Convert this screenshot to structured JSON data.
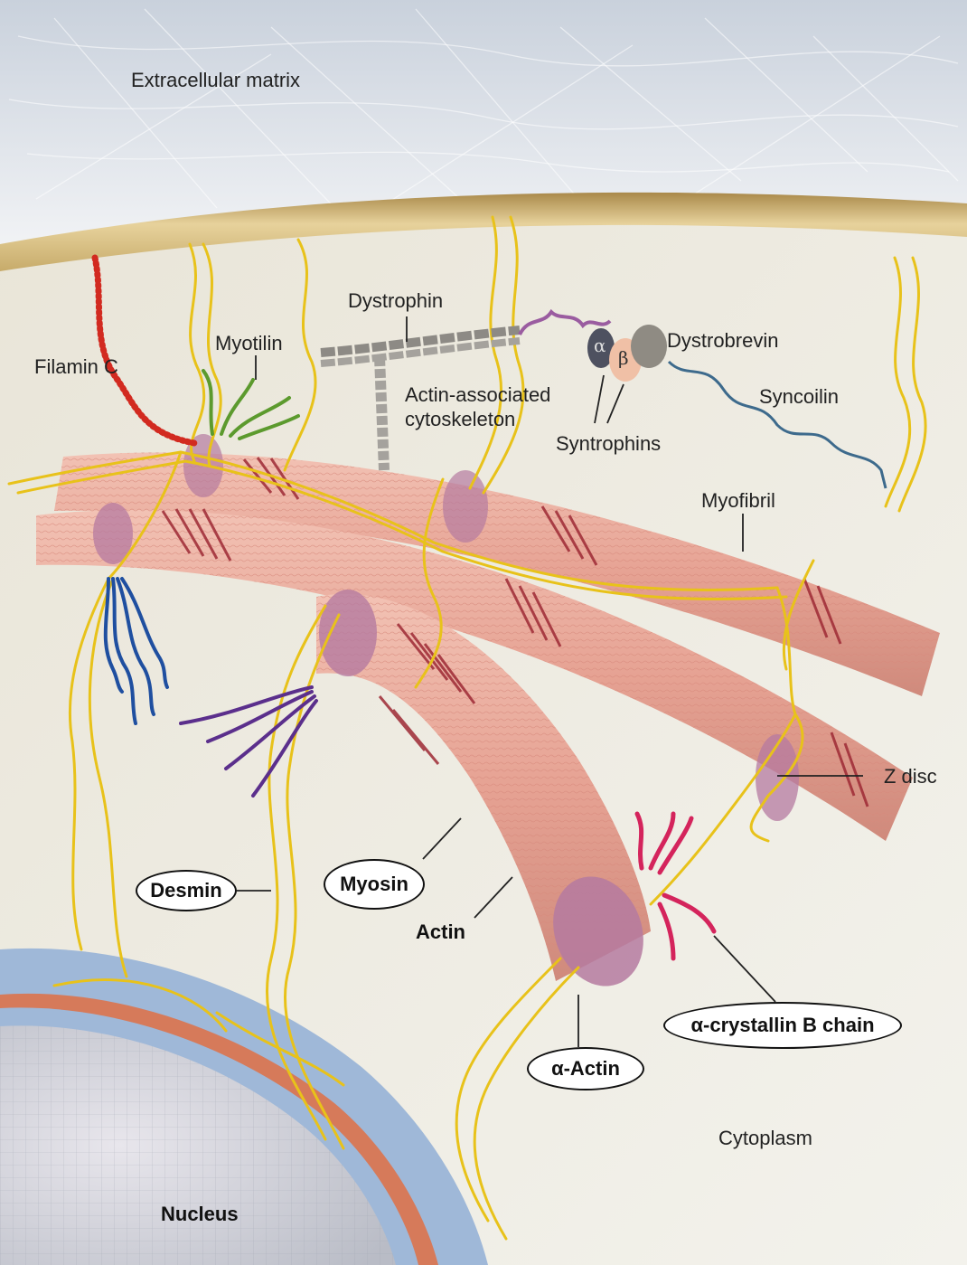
{
  "labels": {
    "extracellular_matrix": "Extracellular matrix",
    "dystrophin": "Dystrophin",
    "myotilin": "Myotilin",
    "filamin_c": "Filamin C",
    "dystrobrevin": "Dystrobrevin",
    "actin_associated_line1": "Actin-associated",
    "actin_associated_line2": "cytoskeleton",
    "syncoilin": "Syncoilin",
    "syntrophins": "Syntrophins",
    "myofibril": "Myofibril",
    "z_disc": "Z disc",
    "desmin": "Desmin",
    "myosin": "Myosin",
    "actin": "Actin",
    "alpha_actin": "α-Actin",
    "alpha_crystallin": "α-crystallin B chain",
    "cytoplasm": "Cytoplasm",
    "nucleus": "Nucleus",
    "alpha_symbol": "α",
    "beta_symbol": "β"
  },
  "colors": {
    "desmin_filament": "#e8c21a",
    "myofibril": "#e8a898",
    "myofibril_band": "#9e2a35",
    "z_disc": "#b57aa0",
    "filamin_c": "#d22a20",
    "myotilin": "#5c9a2e",
    "blue_filaments": "#1f4fa0",
    "purple_filaments": "#5b2f8c",
    "crystallin": "#d4245c",
    "syncoilin": "#3d6a8c",
    "membrane": "#d6c08a",
    "nuclear_envelope": "#9fb8d8",
    "cytoplasm": "#efede6"
  }
}
